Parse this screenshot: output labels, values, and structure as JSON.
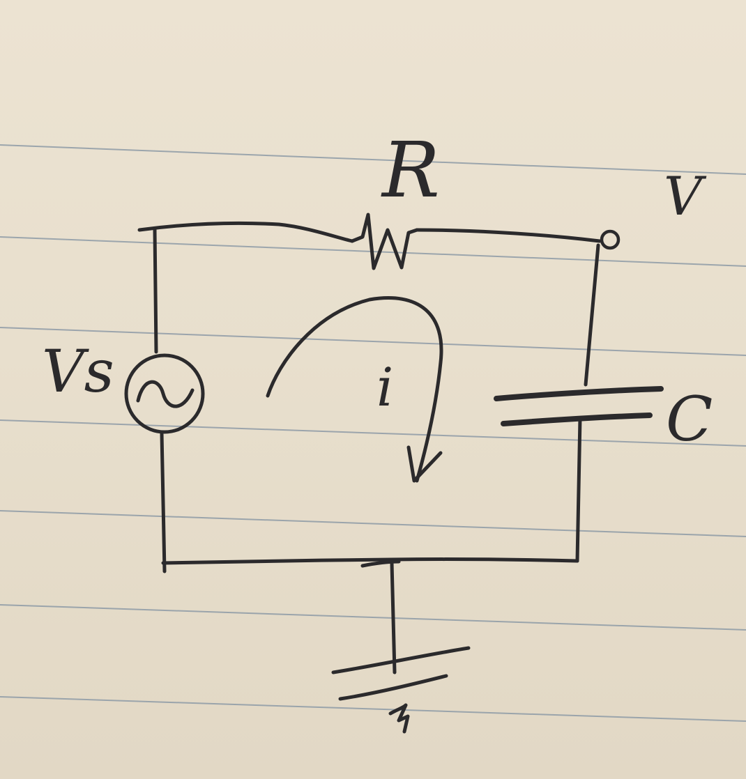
{
  "labels": {
    "resistor": "R",
    "output_node": "V",
    "source": "Vs",
    "current": "i",
    "capacitor": "C"
  },
  "components": [
    {
      "type": "ac-voltage-source",
      "label": "Vs"
    },
    {
      "type": "resistor",
      "label": "R"
    },
    {
      "type": "capacitor",
      "label": "C"
    },
    {
      "type": "ground"
    }
  ],
  "current_direction": "clockwise",
  "colors": {
    "paper": "#e9e0cf",
    "ink": "#2b2a2c",
    "rule_lines": "#8d9aa6"
  }
}
